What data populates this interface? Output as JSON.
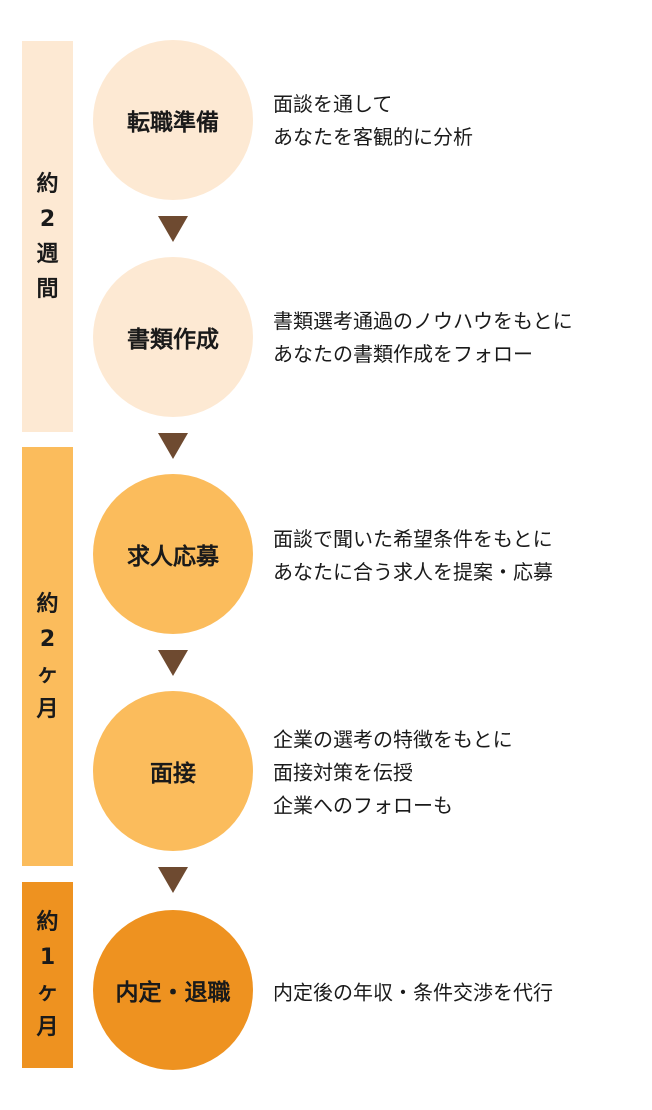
{
  "colors": {
    "light": "#fde9d3",
    "mid": "#fbbc5c",
    "dark": "#ee9220",
    "arrow": "#6e4a30"
  },
  "periods": [
    {
      "chars": [
        "約",
        "2",
        "週",
        "間"
      ]
    },
    {
      "chars": [
        "約",
        "2",
        "ヶ",
        "月"
      ]
    },
    {
      "chars": [
        "約",
        "1",
        "ヶ",
        "月"
      ]
    }
  ],
  "steps": [
    {
      "title": "転職準備",
      "lines": [
        "面談を通して",
        "あなたを客観的に分析"
      ]
    },
    {
      "title": "書類作成",
      "lines": [
        "書類選考通過のノウハウをもとに",
        "あなたの書類作成をフォロー"
      ]
    },
    {
      "title": "求人応募",
      "lines": [
        "面談で聞いた希望条件をもとに",
        "あなたに合う求人を提案・応募"
      ]
    },
    {
      "title": "面接",
      "lines": [
        "企業の選考の特徴をもとに",
        "面接対策を伝授",
        "企業へのフォローも"
      ]
    },
    {
      "title": "内定・退職",
      "lines": [
        "内定後の年収・条件交渉を代行"
      ]
    }
  ]
}
